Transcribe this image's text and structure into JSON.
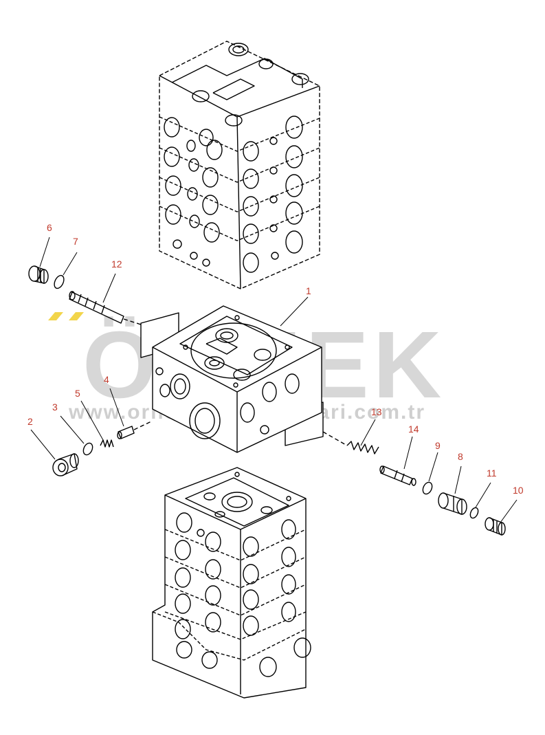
{
  "watermark": {
    "brand": "ÖRNEK",
    "url": "www.orneksitemakinalari.com.tr",
    "accent_color": "#f2d54a"
  },
  "drawing": {
    "line_color": "#000000",
    "callout_color": "#c0392b"
  },
  "callouts": [
    {
      "id": "1",
      "label": "1"
    },
    {
      "id": "2",
      "label": "2"
    },
    {
      "id": "3",
      "label": "3"
    },
    {
      "id": "4",
      "label": "4"
    },
    {
      "id": "5",
      "label": "5"
    },
    {
      "id": "6",
      "label": "6"
    },
    {
      "id": "7",
      "label": "7"
    },
    {
      "id": "8",
      "label": "8"
    },
    {
      "id": "9",
      "label": "9"
    },
    {
      "id": "10",
      "label": "10"
    },
    {
      "id": "11",
      "label": "11"
    },
    {
      "id": "12",
      "label": "12"
    },
    {
      "id": "13",
      "label": "13"
    },
    {
      "id": "14",
      "label": "14"
    }
  ]
}
